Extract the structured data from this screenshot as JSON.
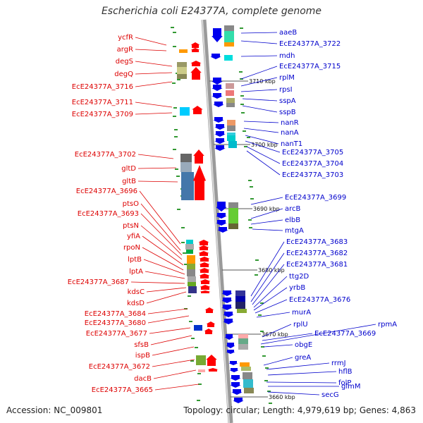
{
  "title": "Escherichia coli E24377A, complete genome",
  "footer": {
    "accession": "Accession: NC_009801",
    "topology": "Topology: circular; Length: 4,979,619 bp; Genes: 4,863"
  },
  "colors": {
    "forward_strand_label": "#dd0000",
    "reverse_strand_label": "#0000cc",
    "backbone": "#9a9a9a",
    "tick": "#339933"
  },
  "kbp_labels": [
    "3710 kbp",
    "3700 kbp",
    "3690 kbp",
    "3680 kbp",
    "3670 kbp",
    "3660 kbp"
  ],
  "left_labels": [
    "ycfR",
    "argR",
    "degS",
    "degQ",
    "EcE24377A_3716",
    "EcE24377A_3711",
    "EcE24377A_3709",
    "EcE24377A_3702",
    "gltD",
    "gltB",
    "EcE24377A_3696",
    "ptsO",
    "EcE24377A_3693",
    "ptsN",
    "yfiA",
    "rpoN",
    "lptB",
    "lptA",
    "EcE24377A_3687",
    "kdsC",
    "kdsD",
    "EcE24377A_3684",
    "EcE24377A_3680",
    "EcE24377A_3677",
    "sfsB",
    "ispB",
    "EcE24377A_3672",
    "dacB",
    "EcE24377A_3665"
  ],
  "right_labels": [
    "aaeB",
    "EcE24377A_3722",
    "mdh",
    "EcE24377A_3715",
    "rplM",
    "rpsI",
    "sspA",
    "sspB",
    "nanR",
    "nanA",
    "nanT1",
    "EcE24377A_3705",
    "EcE24377A_3704",
    "EcE24377A_3703",
    "EcE24377A_3699",
    "arcB",
    "elbB",
    "mtgA",
    "EcE24377A_3683",
    "EcE24377A_3682",
    "EcE24377A_3681",
    "ttg2D",
    "yrbB",
    "EcE24377A_3676",
    "murA",
    "rplU",
    "EcE24377A_3669",
    "rpmA",
    "obgE",
    "greA",
    "rrmJ",
    "hflB",
    "folP",
    "glmM",
    "secG"
  ]
}
